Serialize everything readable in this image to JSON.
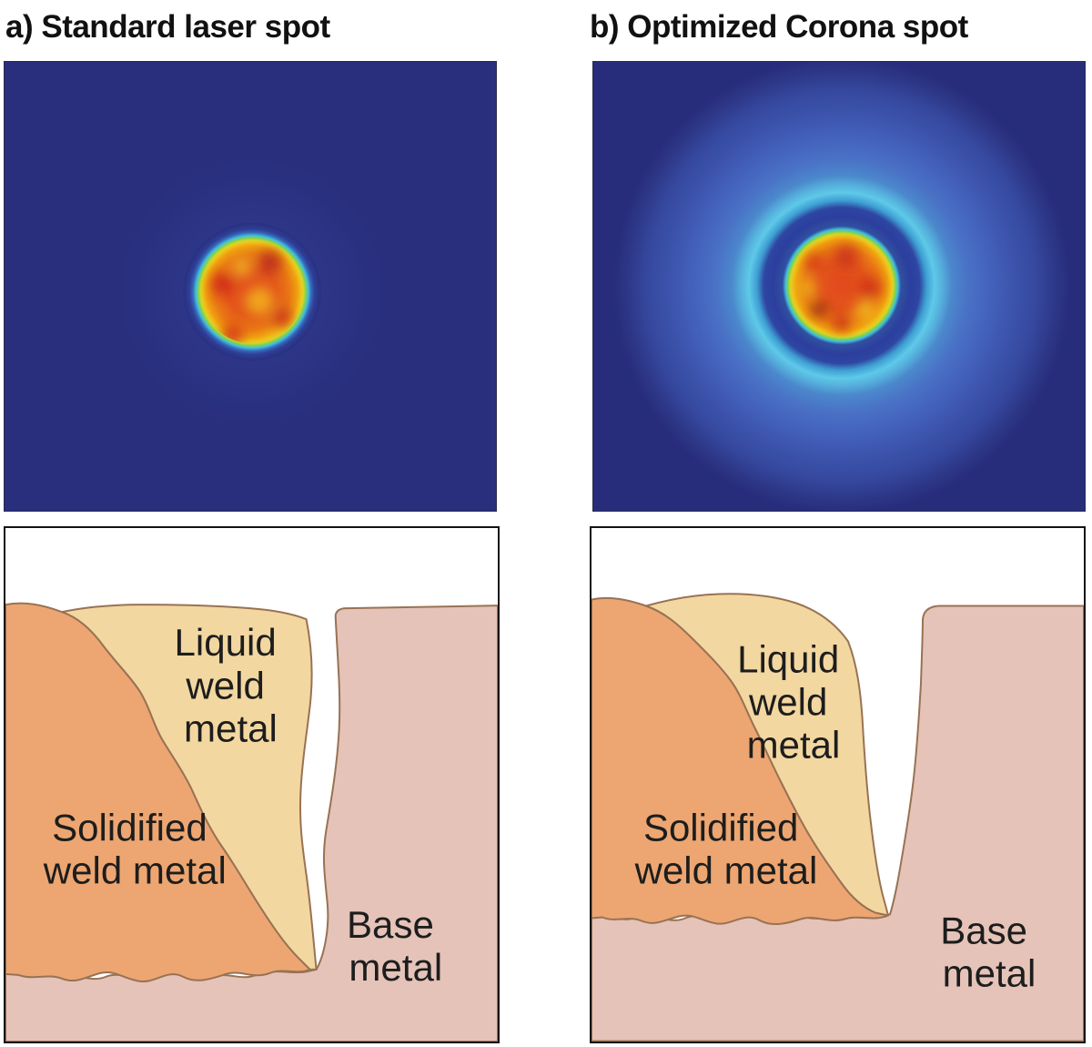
{
  "panels": {
    "a": {
      "title": "a) Standard laser spot",
      "beam": {
        "type": "false-color beam profile, single round spot",
        "colors": {
          "background": "#292e7d",
          "core_orange": "#ea7a15",
          "core_red": "#c92a1b",
          "core_yellow": "#f2bf17",
          "rim_green": "#86d148",
          "rim_cyan": "#3fc0e0"
        }
      },
      "weld": {
        "labels": {
          "liquid": {
            "lines": [
              "Liquid",
              "weld",
              "metal"
            ]
          },
          "solidified": {
            "lines": [
              "Solidified",
              "weld metal"
            ]
          },
          "base": {
            "lines": [
              "Base",
              "metal"
            ]
          }
        },
        "colors": {
          "liquid_weld_metal": "#f3d7a0",
          "solidified_weld_metal": "#eda671",
          "base_metal": "#e5c3b8",
          "outline": "#997254"
        }
      }
    },
    "b": {
      "title": "b) Optimized Corona spot",
      "beam": {
        "type": "false-color beam profile, central spot with surrounding corona ring",
        "colors": {
          "background": "#272c7b",
          "core_orange": "#ea7a15",
          "core_red": "#c92a1b",
          "core_yellow": "#f0c11e",
          "ring_cyan": "#5ec9e8",
          "halo_blue": "#4a72c6"
        }
      },
      "weld": {
        "labels": {
          "liquid": {
            "lines": [
              "Liquid",
              "weld",
              "metal"
            ]
          },
          "solidified": {
            "lines": [
              "Solidified",
              "weld metal"
            ]
          },
          "base": {
            "lines": [
              "Base",
              "metal"
            ]
          }
        },
        "colors": {
          "liquid_weld_metal": "#f3d7a0",
          "solidified_weld_metal": "#eda671",
          "base_metal": "#e5c3b8",
          "outline": "#997254"
        }
      }
    }
  }
}
